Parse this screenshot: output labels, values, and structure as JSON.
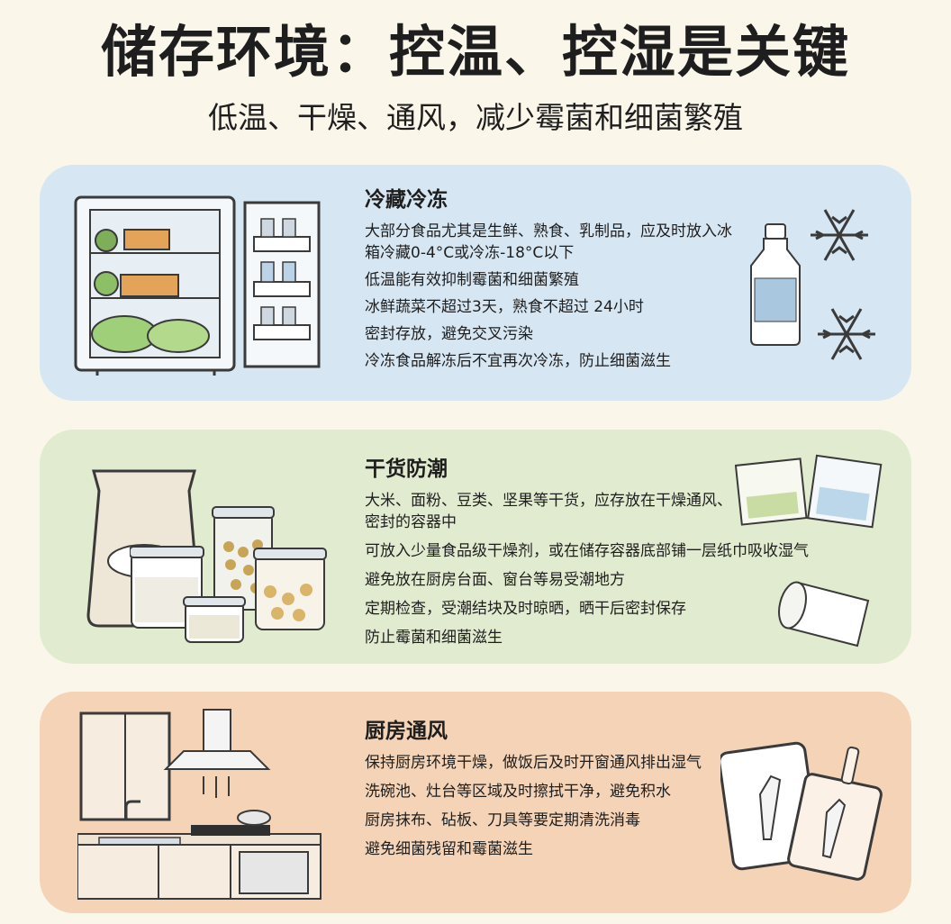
{
  "header": {
    "title": "储存环境：控温、控湿是关键",
    "subtitle": "低温、干燥、通风，减少霉菌和细菌繁殖"
  },
  "sections": [
    {
      "title": "冷藏冷冻",
      "lines": [
        "大部分食品尤其是生鲜、熟食、乳制品，应及时放入冰箱冷藏0-4°C或冷冻-18°C以下",
        "低温能有效抑制霉菌和细菌繁殖",
        "冰鲜蔬菜不超过3天，熟食不超过 24小时",
        "密封存放，避免交叉污染",
        "冷冻食品解冻后不宜再次冷冻，防止细菌滋生"
      ],
      "illustrations": [
        "fridge-icon",
        "milk-bottle-icon",
        "snowflake-icon"
      ],
      "color": "#d6e6f3"
    },
    {
      "title": "干货防潮",
      "lines": [
        "大米、面粉、豆类、坚果等干货，应存放在干燥通风、密封的容器中",
        "可放入少量食品级干燥剂，或在储存容器底部铺一层纸巾吸收湿气",
        "避免放在厨房台面、窗台等易受潮地方",
        "定期检查，受潮结块及时晾晒，晒干后密封保存",
        "防止霉菌和细菌滋生"
      ],
      "illustrations": [
        "flour-sack-icon",
        "storage-jar-icon",
        "desiccant-pack-icon",
        "paper-towel-roll-icon"
      ],
      "color": "#e1ebcf"
    },
    {
      "title": "厨房通风",
      "lines": [
        "保持厨房环境干燥，做饭后及时开窗通风排出湿气",
        "洗碗池、灶台等区域及时擦拭干净，避免积水",
        "厨房抹布、砧板、刀具等要定期清洗消毒",
        "避免细菌残留和霉菌滋生"
      ],
      "illustrations": [
        "kitchen-icon",
        "cutting-board-icon",
        "knife-icon"
      ],
      "color": "#f4d3b6"
    }
  ]
}
